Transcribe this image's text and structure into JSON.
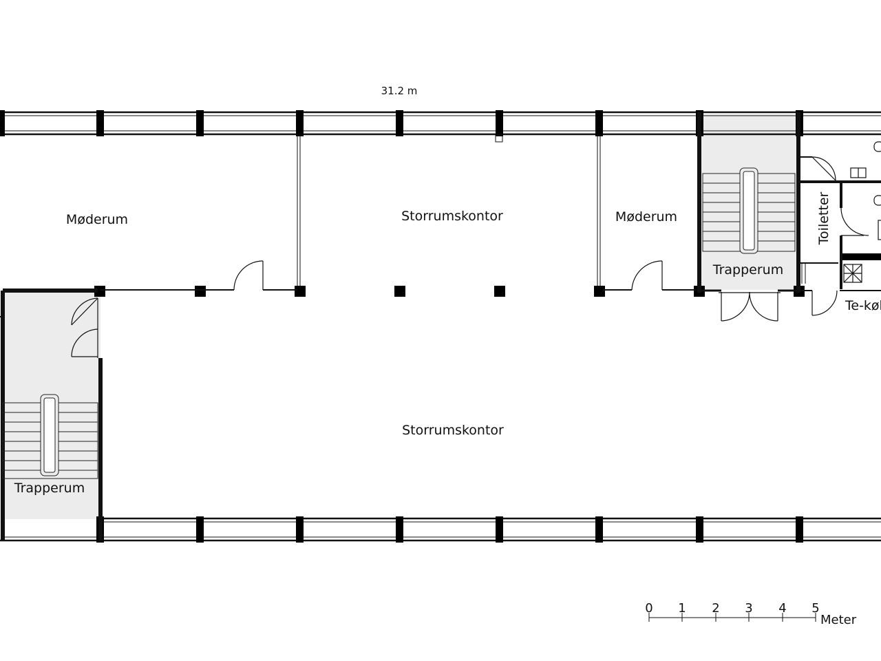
{
  "dimension": "31.2 m",
  "rooms": {
    "moderum_left": "Møderum",
    "storrum_top": "Storrumskontor",
    "moderum_right": "Møderum",
    "trapperum_right": "Trapperum",
    "toiletter": "Toiletter",
    "tekokken": "Te-køkken",
    "trapperum_left": "Trapperum",
    "storrum_main": "Storrumskontor"
  },
  "scale": {
    "ticks": [
      "0",
      "1",
      "2",
      "3",
      "4",
      "5"
    ],
    "unit": "Meter"
  },
  "colors": {
    "wall": "#000000",
    "stair_fill": "#ececec",
    "line": "#111111"
  }
}
